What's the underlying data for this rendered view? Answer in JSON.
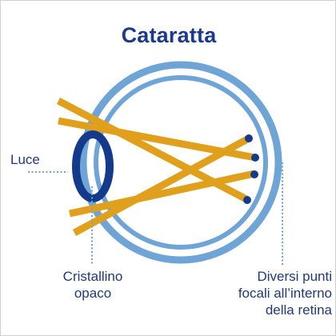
{
  "title": "Cataratta",
  "labels": {
    "light": "Luce",
    "lens": [
      "Cristallino",
      "opaco"
    ],
    "focal_points": [
      "Diversi punti",
      "focali all’interno",
      "della retina"
    ]
  },
  "colors": {
    "title": "#1b3a8f",
    "eyeball": "#6fa5d6",
    "lens": "#143a8c",
    "light_rays": "#e1a01c",
    "focal_dots": "#143a8c",
    "leader_lines": "#6fa5d6",
    "label_text": "#1f3a7a"
  }
}
